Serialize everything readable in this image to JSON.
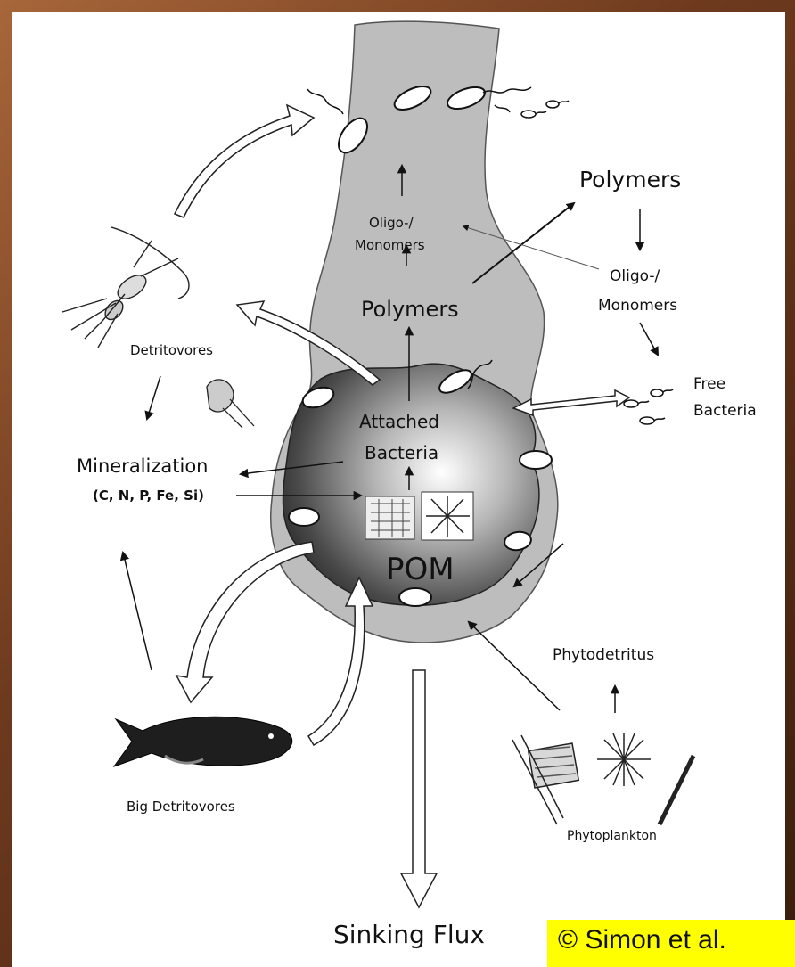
{
  "labels": {
    "oligo_top": [
      "Oligo-/",
      "Monomers"
    ],
    "polymers_center": "Polymers",
    "polymers_right": "Polymers",
    "oligo_right": [
      "Oligo-/",
      "Monomers"
    ],
    "free_bacteria": [
      "Free",
      "Bacteria"
    ],
    "detritovores": "Detritovores",
    "attached_bacteria": [
      "Attached",
      "Bacteria"
    ],
    "mineralization": "Mineralization",
    "mineralization_elements": "(C, N, P, Fe, Si)",
    "pom": "POM",
    "phytodetritus": "Phytodetritus",
    "big_detritovores": "Big Detritovores",
    "phytoplankton": "Phytoplankton",
    "sinking_flux": "Sinking Flux"
  },
  "credit": "© Simon et al."
}
